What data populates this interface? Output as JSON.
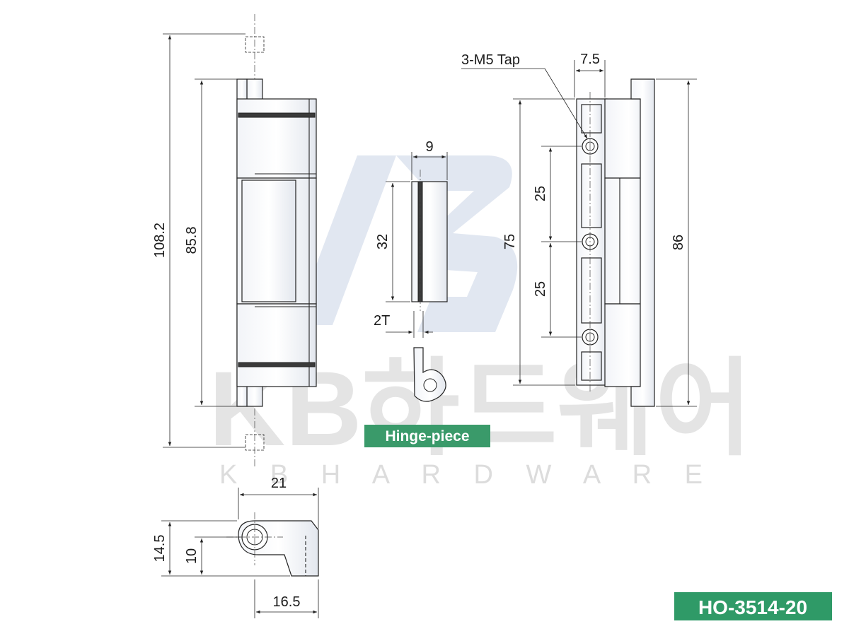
{
  "drawing": {
    "watermark_korean": "KB하드웨어",
    "watermark_english": "K B   H A R D W A R E",
    "hinge_piece_label": "Hinge-piece",
    "model_label": "HO-3514-20",
    "label_colors": {
      "hinge_piece_bg": "#3a9a6a",
      "model_bg": "#2f9a67",
      "text": "#ffffff"
    },
    "front_view": {
      "overall_height": "108.2",
      "leaf_height": "85.8"
    },
    "hinge_piece": {
      "width": "9",
      "height": "32",
      "thickness": "2T"
    },
    "side_view": {
      "tap_callout": "3-M5 Tap",
      "offset": "7.5",
      "pitch_1": "25",
      "pitch_2": "25",
      "hole_span": "75",
      "total_height": "86"
    },
    "top_view": {
      "width": "21",
      "height": "14.5",
      "pin_height": "10",
      "base_width": "16.5"
    }
  }
}
